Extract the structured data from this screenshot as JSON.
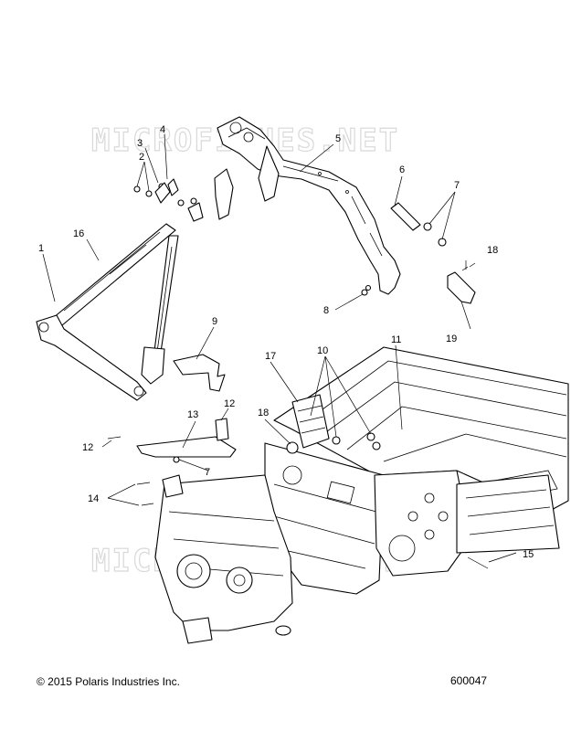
{
  "watermarks": [
    "MICROFICHES.NET",
    "MICROFICHES.NET"
  ],
  "callouts": [
    "1",
    "2",
    "3",
    "4",
    "5",
    "6",
    "7",
    "7",
    "8",
    "9",
    "10",
    "11",
    "12",
    "12",
    "13",
    "14",
    "15",
    "16",
    "17",
    "18",
    "18",
    "19"
  ],
  "footer": {
    "copyright": "© 2015 Polaris Industries Inc.",
    "part_number": "600047"
  }
}
